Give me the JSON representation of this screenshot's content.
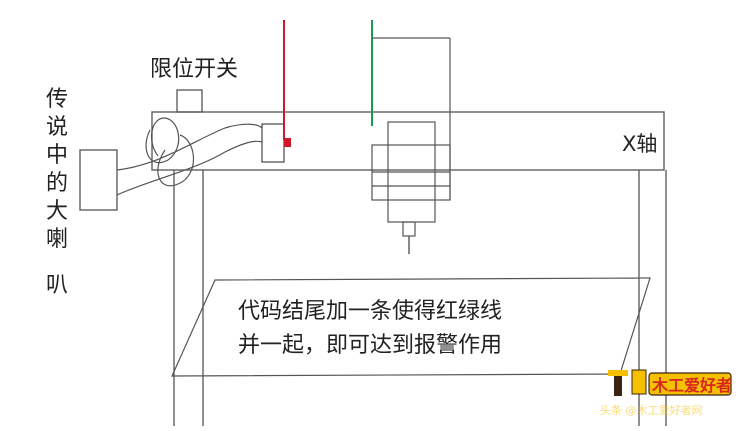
{
  "labels": {
    "horn_chars": [
      "传",
      "说",
      "中",
      "的",
      "大",
      "喇",
      "叭"
    ],
    "limit_switch": "限位开关",
    "x_axis": "X轴",
    "note_line1": "代码结尾加一条使得红绿线",
    "note_line2": "并一起，即可达到报警作用"
  },
  "watermark": {
    "logo_text": "木工爱好者",
    "caption": "头条 @木工爱好者网"
  },
  "colors": {
    "line": "#555555",
    "red_wire": "#cc1a2a",
    "green_wire": "#1a9a55",
    "text": "#222222",
    "logo_dark": "#3a2412",
    "logo_yellow": "#f5c000",
    "logo_red": "#d8261c"
  }
}
